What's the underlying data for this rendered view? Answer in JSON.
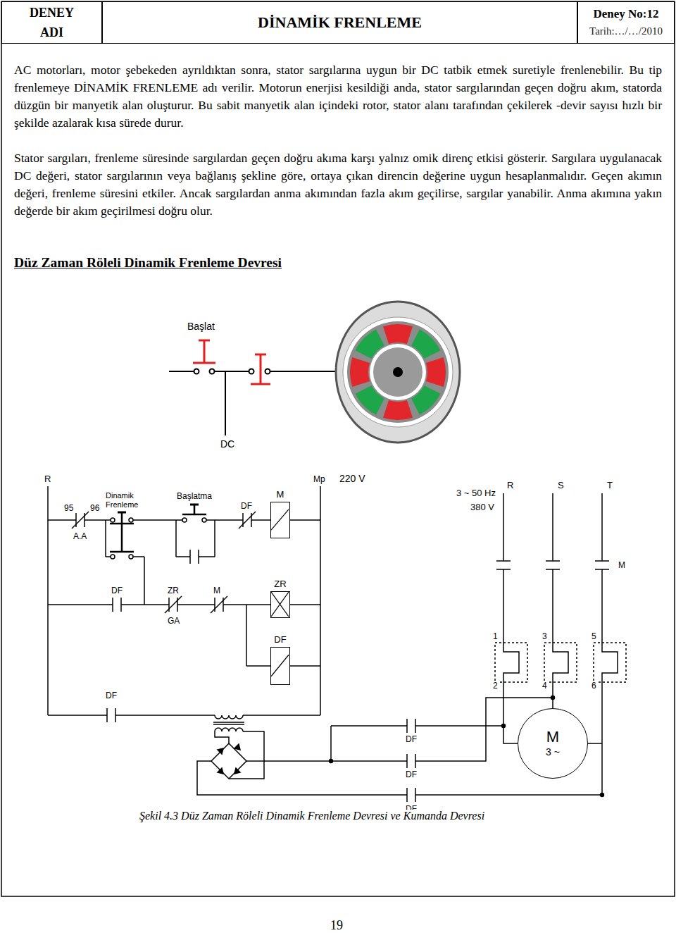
{
  "diagram": {
    "title": "Düz Zaman Röleli Dinamik Frenleme Devresi",
    "caption": "Şekil 4.3 Düz Zaman Röleli Dinamik Frenleme Devresi ve Kumanda Devresi",
    "nodes": [
      {
        "text": [
          "DENEY ADI"
        ]
      },
      {
        "text": [
          "DİNAMİK FRENLEME"
        ]
      },
      {
        "text": [
          "Deney No:12",
          "Tarih:…/…/2010"
        ]
      },
      {
        "text": [
          "M"
        ]
      },
      {
        "text": [
          "ZR"
        ]
      },
      {
        "text": [
          "DF"
        ]
      },
      {
        "text": [
          "M",
          "3 ~"
        ]
      }
    ],
    "labels": [
      "AC motorları, motor şebekeden ayrıldıktan sonra, stator sargılarına uygun bir DC tatbik etmek suretiyle frenlenebilir. Bu tip frenlemeye DİNAMİK FRENLEME adı verilir. Motorun enerjisi kesildiği anda, stator sargılarından geçen doğru akım, statorda düzgün bir manyetik alan oluşturur. Bu sabit manyetik alan içindeki rotor, stator alanı tarafından çekilerek -devir sayısı hızlı bir şekilde azalarak kısa sürede durur.",
      "Stator sargıları, frenleme süresinde sargılardan geçen doğru akıma karşı yalnız omik direnç etkisi gösterir. Sargılara uygulanacak DC değeri, stator sargılarının veya bağlanış şekline göre, ortaya çıkan direncin değerine uygun hesaplanmalıdır. Geçen akımın değeri, frenleme süresini etkiler. Ancak sargılardan anma akımından fazla akım geçilirse, sargılar yanabilir. Anma akımına yakın değerde bir akım geçirilmesi doğru olur.",
      "Başlat",
      "DC",
      "R",
      "95",
      "96",
      "A.A",
      "Dinamik Frenleme",
      "Başlatma",
      "DF",
      "Mp",
      "220 V",
      "3 ~ 50 Hz",
      "380 V",
      "R",
      "S",
      "T",
      "M",
      "DF",
      "ZR",
      "GA",
      "M",
      "DF",
      "1",
      "3",
      "5",
      "2",
      "4",
      "6",
      "DF",
      "DF",
      "DF",
      "19"
    ]
  }
}
